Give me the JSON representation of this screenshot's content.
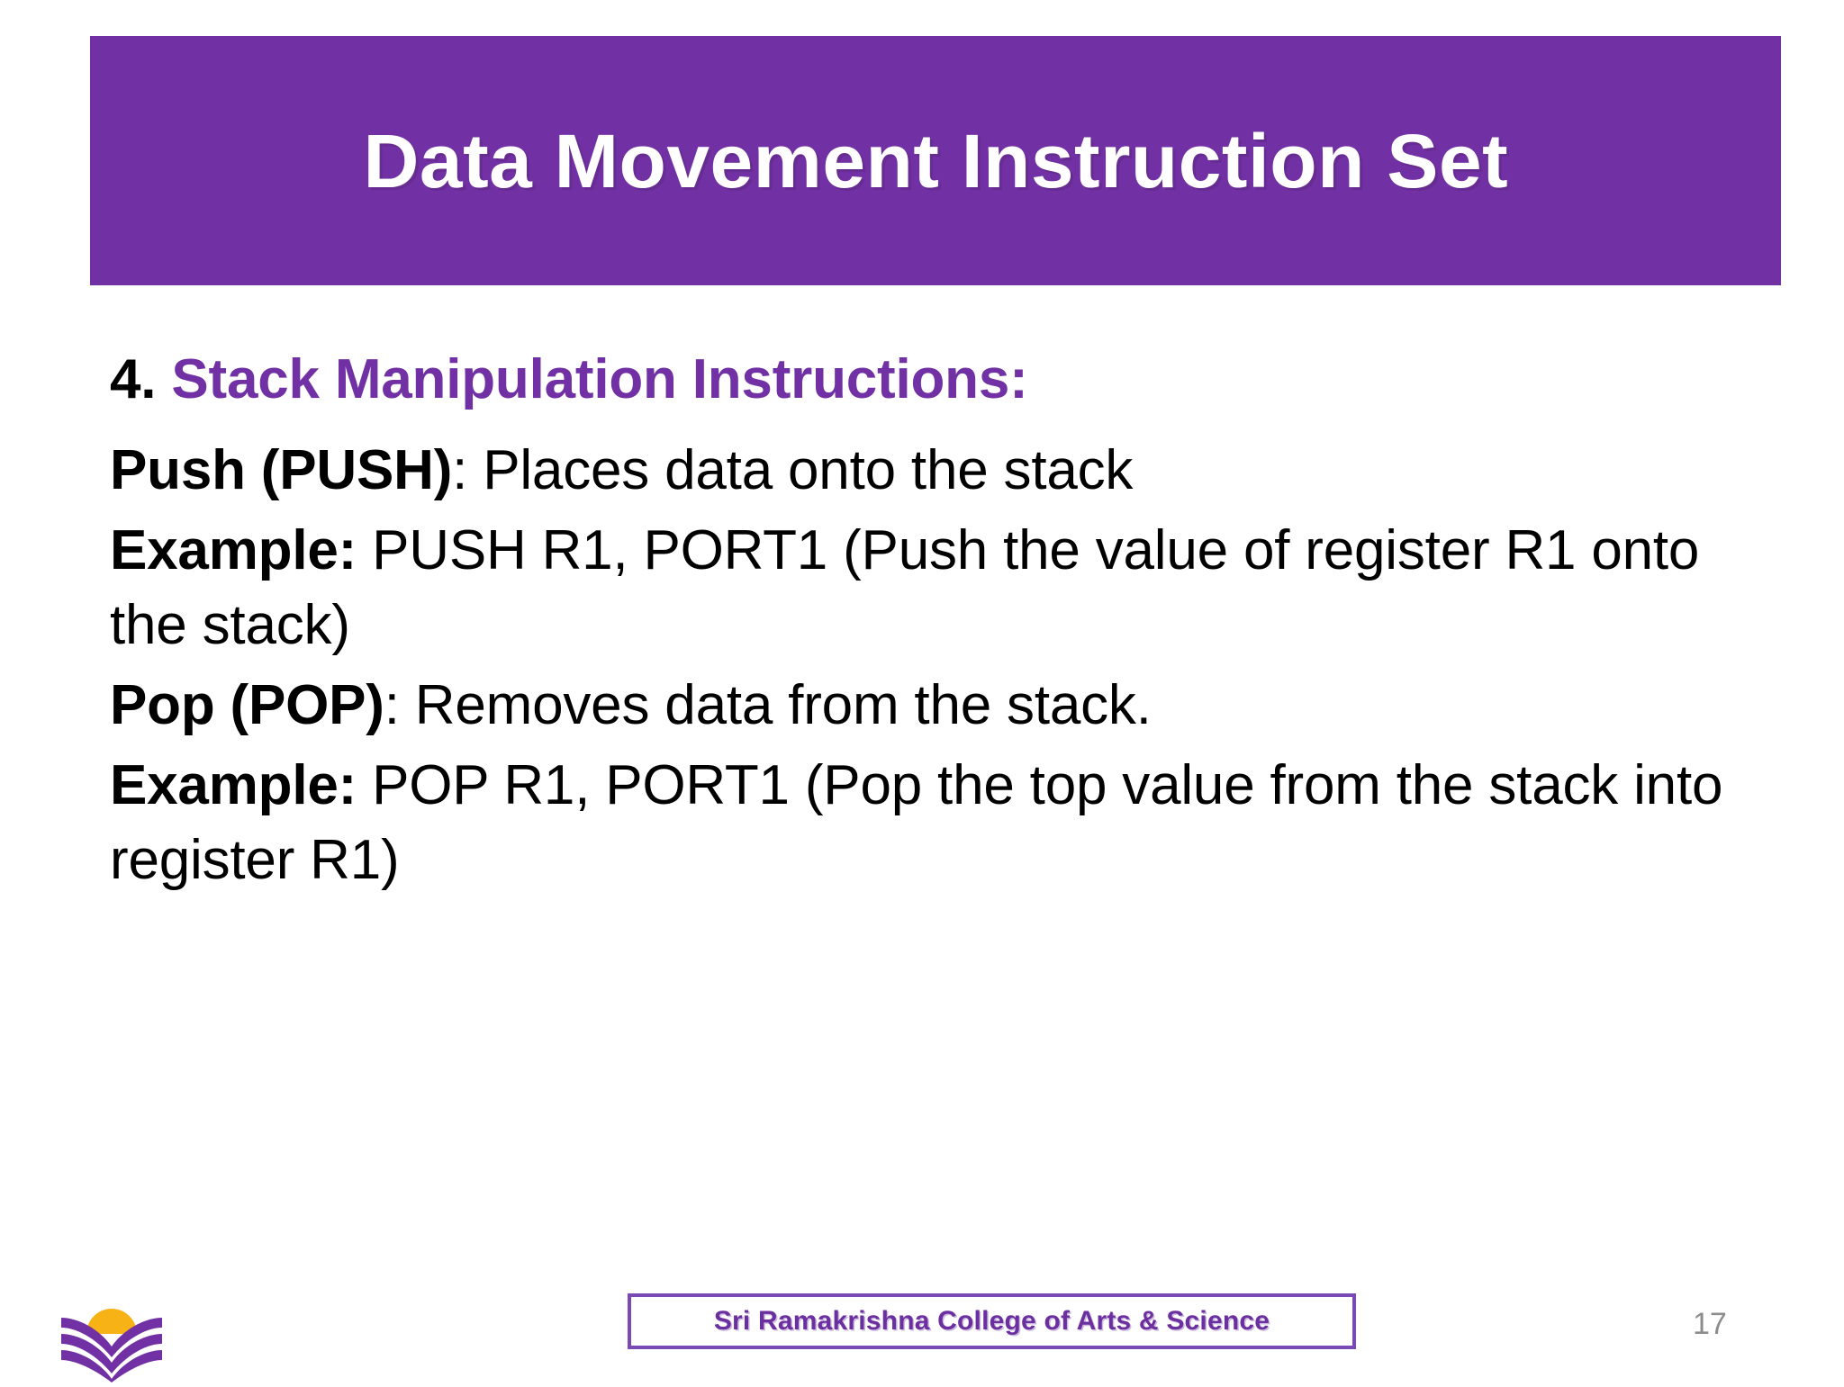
{
  "slide": {
    "title": "Data Movement Instruction Set",
    "title_banner_color": "#7130A3",
    "background_color": "#ffffff"
  },
  "content": {
    "heading": {
      "number": "4.",
      "label": "Stack Manipulation Instructions:",
      "label_color": "#7130A3"
    },
    "paragraphs": [
      {
        "bold": "Push (PUSH)",
        "rest": ": Places data onto the stack"
      },
      {
        "bold": "Example:",
        "rest": " PUSH R1, PORT1 (Push the value of register R1 onto the stack)"
      },
      {
        "bold": "Pop (POP)",
        "rest": ": Removes data from the stack."
      },
      {
        "bold": "Example:",
        "rest": " POP  R1, PORT1 (Pop the top value from the stack into register R1)"
      }
    ]
  },
  "footer": {
    "logo_name": "college-book-sun-logo",
    "logo_book_color": "#7130A3",
    "logo_sun_color": "#F7B316",
    "institution": "Sri Ramakrishna College of Arts & Science",
    "institution_color": "#6B2FA0",
    "border_color": "#7B49B4",
    "page_number": "17",
    "page_number_color": "#8C8C8C"
  }
}
